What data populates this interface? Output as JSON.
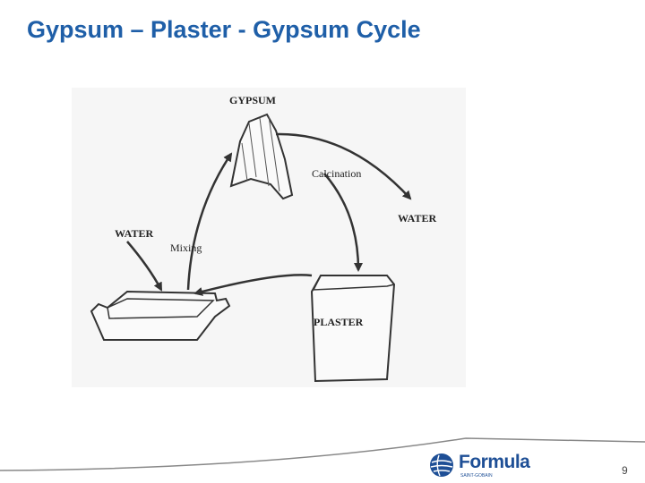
{
  "slide": {
    "title": "Gypsum – Plaster - Gypsum Cycle",
    "page_number": "9"
  },
  "diagram": {
    "labels": {
      "gypsum": "GYPSUM",
      "calcination": "Calcination",
      "water_right": "WATER",
      "water_left": "WATER",
      "mixing": "Mixing",
      "plaster": "PLASTER"
    }
  },
  "footer": {
    "logo_text": "Formula",
    "logo_subtext": "SAINT-GOBAIN",
    "icons": [
      "globe-icon"
    ]
  },
  "colors": {
    "title": "#1f5fa8",
    "logo": "#1e4f96"
  }
}
